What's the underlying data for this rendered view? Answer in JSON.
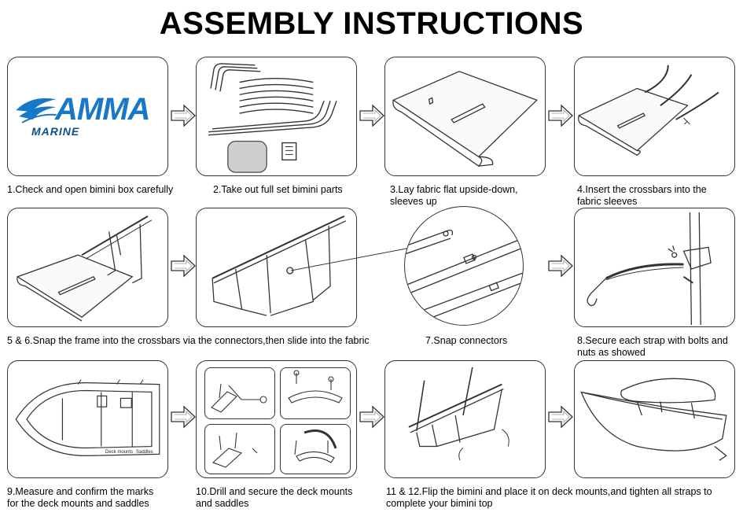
{
  "title": "ASSEMBLY INSTRUCTIONS",
  "logo": {
    "word": "AMMA",
    "sub": "MARINE",
    "color": "#1878c8"
  },
  "steps": [
    {
      "caption": "1.Check and open bimini box carefully"
    },
    {
      "caption": "2.Take out full set bimini parts"
    },
    {
      "caption": "3.Lay fabric flat upside-down,\nsleeves up"
    },
    {
      "caption": "4.Insert the crossbars into the\nfabric sleeves"
    },
    {
      "caption": "5 & 6.Snap the frame into the crossbars via the connectors,then slide into the fabric"
    },
    {
      "caption": "7.Snap connectors"
    },
    {
      "caption": "8.Secure each strap with bolts and\nnuts as showed"
    },
    {
      "caption": "9.Measure and confirm the marks\nfor the deck mounts and saddles"
    },
    {
      "caption": "10.Drill and secure the deck mounts\nand saddles"
    },
    {
      "caption": "11 & 12.Flip the bimini and place it on deck mounts,and tighten all straps to\ncomplete your bimini top"
    }
  ],
  "diagram_labels": {
    "deck_mounts": "Deck mounts",
    "saddles": "Saddles"
  }
}
